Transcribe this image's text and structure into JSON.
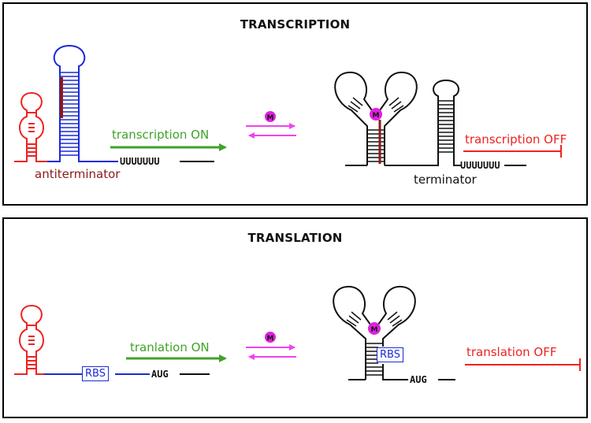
{
  "transcription": {
    "title": "TRANSCRIPTION",
    "on_label": "transcription ON",
    "off_label": "transcription OFF",
    "u_tract": "UUUUUUU",
    "u_tract_right": "UUUUUUU",
    "antiterminator_label": "antiterminator",
    "terminator_label": "terminator"
  },
  "translation": {
    "title": "TRANSLATION",
    "on_label": "tranlation ON",
    "off_label": "translation OFF",
    "rbs_left": "RBS",
    "rbs_right": "RBS",
    "aug_left": "AUG",
    "aug_right": "AUG"
  },
  "ligand": {
    "symbol": "M"
  },
  "colors": {
    "hairpin_red": "#ee2222",
    "hairpin_blue": "#1a2bd6",
    "antiterminator_segment": "#8a1a1a",
    "on_arrow": "#3fa32a",
    "off_bar": "#ee2222",
    "equilibrium_arrows": "#ee44ee",
    "ligand": "#e020e0"
  }
}
